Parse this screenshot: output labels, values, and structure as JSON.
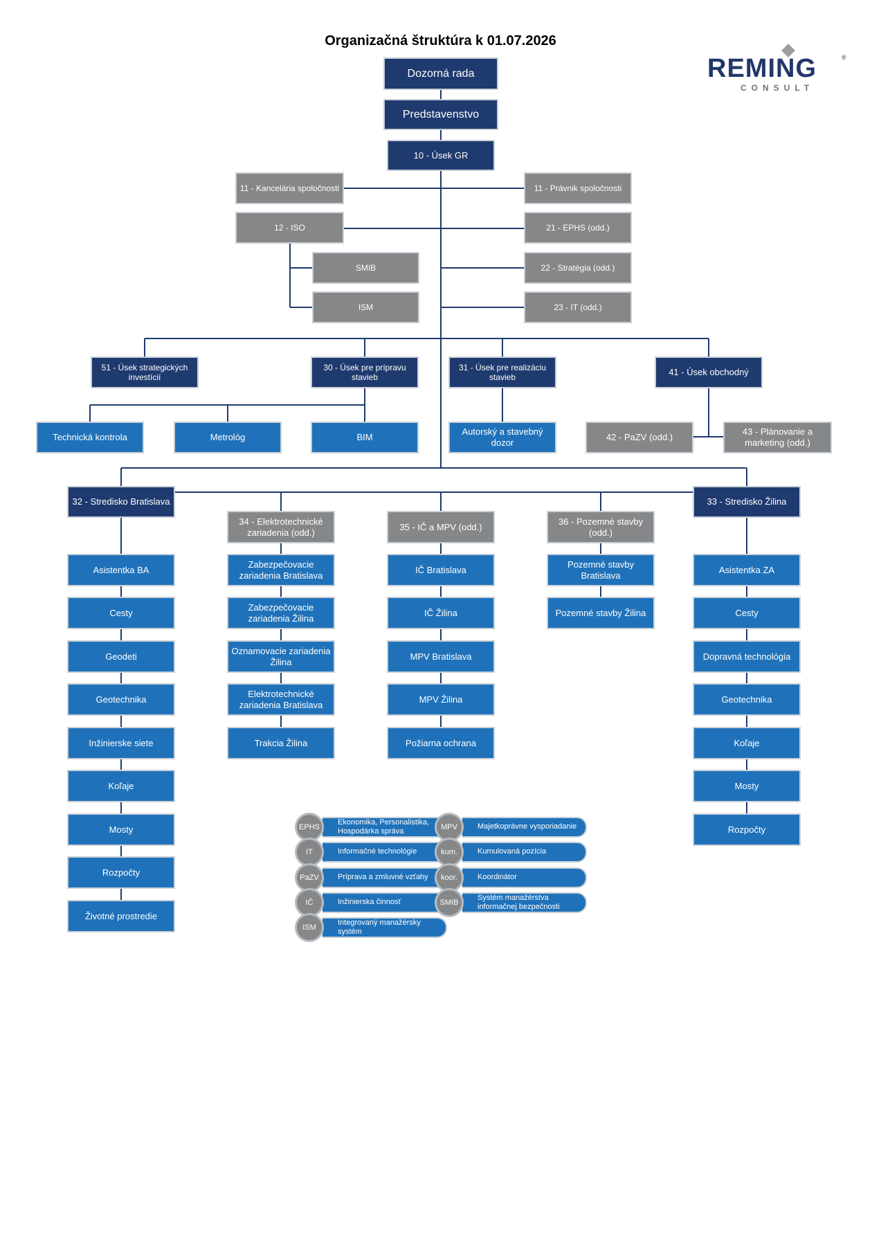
{
  "title": "Organizačná štruktúra k 01.07.2026",
  "logo": {
    "word": "REMING",
    "sub": "CONSULT",
    "reg": "®",
    "color": "#22376a"
  },
  "colors": {
    "navy": "#1f3a6e",
    "gray": "#858789",
    "blue": "#1f72ba",
    "line": "#1f3a6e"
  },
  "nodes": {
    "dozorna_rada": "Dozorná rada",
    "predstavenstvo": "Predstavenstvo",
    "usek_gr": "10 - Úsek GR",
    "kancelaria": "11 - Kancelária spoločnosti",
    "pravnik": "11 - Právnik spoločnosti",
    "iso": "12 - ISO",
    "ephs": "21 - EPHS (odd.)",
    "smib": "SMIB",
    "strategia": "22 - Stratégia (odd.)",
    "ism": "ISM",
    "it": "23 - IT (odd.)",
    "usek51": "51 - Úsek strategických investícií",
    "usek30": "30 - Úsek pre prípravu stavieb",
    "usek31": "31 - Úsek pre realizáciu stavieb",
    "usek41": "41 - Úsek obchodný",
    "technicka_kontrola": "Technická kontrola",
    "metrolog": "Metrológ",
    "bim": "BIM",
    "autorsky_dozor": "Autorský a stavebný dozor",
    "pazv": "42 - PaZV (odd.)",
    "planovanie": "43 - Plánovanie a marketing (odd.)",
    "stredisko_ba": "32 - Stredisko Bratislava",
    "elektro34": "34 - Elektrotechnické zariadenia (odd.)",
    "ic35": "35 - IČ a MPV (odd.)",
    "pozemne36": "36 - Pozemné stavby (odd.)",
    "stredisko_za": "33 - Stredisko Žilina"
  },
  "col_ba": [
    "Asistentka BA",
    "Cesty",
    "Geodeti",
    "Geotechnika",
    "Inžinierske siete",
    "Koľaje",
    "Mosty",
    "Rozpočty",
    "Životné prostredie"
  ],
  "col_34": [
    "Zabezpečovacie zariadenia Bratislava",
    "Zabezpečovacie zariadenia Žilina",
    "Oznamovacie zariadenia Žilina",
    "Elektrotechnické zariadenia Bratislava",
    "Trakcia Žilina"
  ],
  "col_35": [
    "IČ Bratislava",
    "IČ Žilina",
    "MPV Bratislava",
    "MPV Žilina",
    "Požiarna ochrana"
  ],
  "col_36": [
    "Pozemné stavby Bratislava",
    "Pozemné stavby Žilina"
  ],
  "col_za": [
    "Asistentka ZA",
    "Cesty",
    "Dopravná technológia",
    "Geotechnika",
    "Koľaje",
    "Mosty",
    "Rozpočty"
  ],
  "legend_left": [
    {
      "abbr": "EPHS",
      "text": "Ekonomika, Personalistika, Hospodárka správa"
    },
    {
      "abbr": "IT",
      "text": "Informačné technológie"
    },
    {
      "abbr": "PaZV",
      "text": "Príprava a zmluvné vzťahy"
    },
    {
      "abbr": "IČ",
      "text": "Inžinierska činnosť"
    },
    {
      "abbr": "ISM",
      "text": "Integrovaný manažérsky systém"
    }
  ],
  "legend_right": [
    {
      "abbr": "MPV",
      "text": "Majetkoprávne vysporiadanie"
    },
    {
      "abbr": "kum.",
      "text": "Kumulovaná pozícia"
    },
    {
      "abbr": "koor.",
      "text": "Koordinátor"
    },
    {
      "abbr": "SMIB",
      "text": "Systém manažérstva informačnej bezpečnosti"
    }
  ]
}
